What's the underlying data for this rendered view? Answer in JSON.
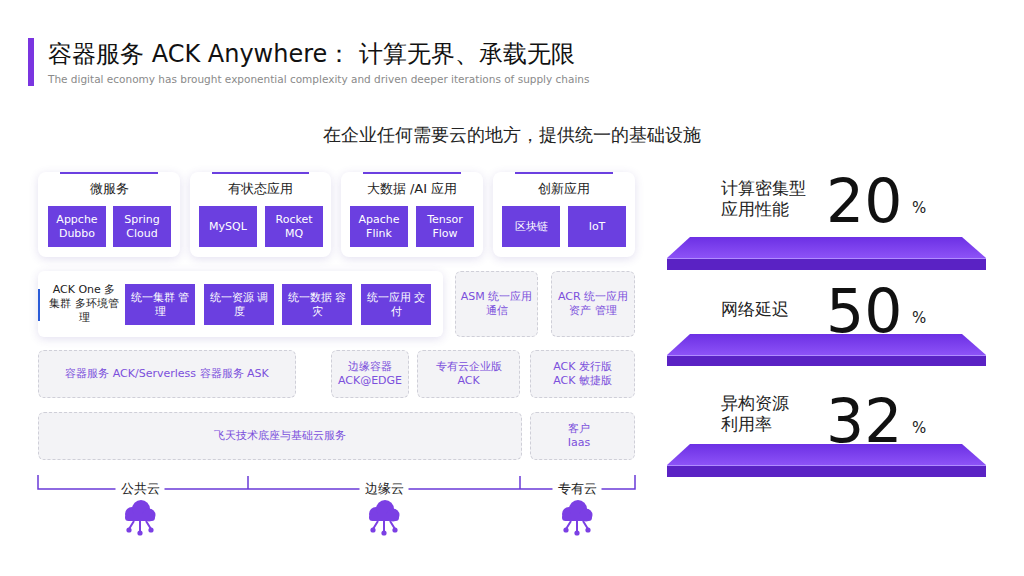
{
  "diagram": {
    "title": "容器服务 ACK Anywhere： 计算无界、承载无限",
    "nodes": [
      {
        "text": [
          "微服务"
        ]
      },
      {
        "text": [
          "Appche Dubbo"
        ],
        "in": 0
      },
      {
        "text": [
          "Spring Cloud"
        ],
        "in": 0
      },
      {
        "text": [
          "有状态应用"
        ]
      },
      {
        "text": [
          "MySQL"
        ],
        "in": 3
      },
      {
        "text": [
          "Rocket MQ"
        ],
        "in": 3
      },
      {
        "text": [
          "大数据 /AI 应用"
        ]
      },
      {
        "text": [
          "Apache Flink"
        ],
        "in": 6
      },
      {
        "text": [
          "Tensor Flow"
        ],
        "in": 6
      },
      {
        "text": [
          "创新应用"
        ]
      },
      {
        "text": [
          "区块链"
        ],
        "in": 9
      },
      {
        "text": [
          "IoT"
        ],
        "in": 9
      },
      {
        "text": [
          "ACK One 多集群 多环境管理"
        ]
      },
      {
        "text": [
          "统一集群 管理"
        ],
        "in": 12
      },
      {
        "text": [
          "统一资源 调度"
        ],
        "in": 12
      },
      {
        "text": [
          "统一数据 容灾"
        ],
        "in": 12
      },
      {
        "text": [
          "统一应用 交付"
        ],
        "in": 12
      },
      {
        "text": [
          "ASM 统一应用通信"
        ]
      },
      {
        "text": [
          "ACR 统一应用资产 管理"
        ]
      },
      {
        "text": [
          "容器服务 ACK/Serverless 容器服务 ASK"
        ]
      },
      {
        "text": [
          "边缘容器 ACK@EDGE"
        ]
      },
      {
        "text": [
          "专有云企业版 ACK"
        ]
      },
      {
        "text": [
          "ACK 发行版 ACK 敏捷版"
        ]
      },
      {
        "text": [
          "飞天技术底座与基础云服务"
        ]
      },
      {
        "text": [
          "客户 Iaas"
        ]
      }
    ],
    "labels": [
      "The digital economy has brought exponential complexity and driven deeper iterations of supply chains",
      "在企业任何需要云的地方，提供统一的基础设施",
      "计算密集型 应用性能",
      "20",
      "%",
      "网络延迟",
      "50",
      "%",
      "异构资源 利用率",
      "32",
      "%",
      "公共云",
      "边缘云",
      "专有云"
    ]
  }
}
